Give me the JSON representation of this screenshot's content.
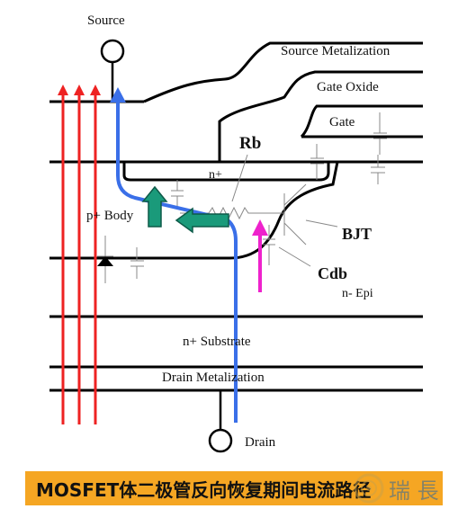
{
  "labels": {
    "source": "Source",
    "source_metalization": "Source Metalization",
    "gate_oxide": "Gate Oxide",
    "gate": "Gate",
    "rb": "Rb",
    "n_plus": "n+",
    "p_body": "p+ Body",
    "bjt": "BJT",
    "cdb": "Cdb",
    "n_epi": "n-  Epi",
    "n_substrate": "n+ Substrate",
    "drain_metalization": "Drain Metalization",
    "drain": "Drain"
  },
  "caption": "MOSFET体二极管反向恢复期间电流路径",
  "watermark": "瑞 長",
  "colors": {
    "red_arrows": "#ee2222",
    "blue_path": "#3a6fe8",
    "green_arrows": "#1a9a7a",
    "magenta_arrow": "#ee22cc",
    "caption_bg": "#f5a623"
  }
}
